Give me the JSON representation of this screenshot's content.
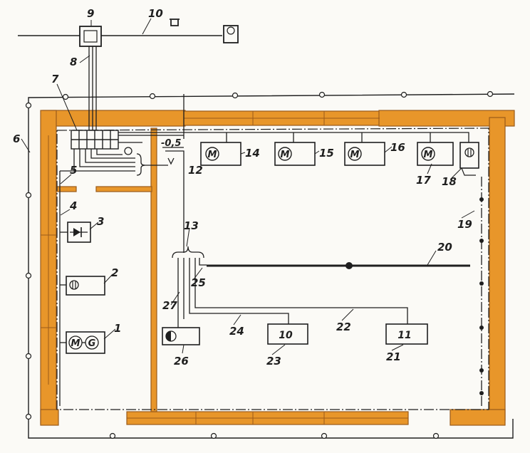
{
  "labels": {
    "n1": "1",
    "n2": "2",
    "n3": "3",
    "n4": "4",
    "n5": "5",
    "n6": "6",
    "n7": "7",
    "n8": "8",
    "n9": "9",
    "n10": "10",
    "n12": "12",
    "n13": "13",
    "n14": "14",
    "n15": "15",
    "n16": "16",
    "n17": "17",
    "n18": "18",
    "n19": "19",
    "n20": "20",
    "n21": "21",
    "n22": "22",
    "n23": "23",
    "n24": "24",
    "n25": "25",
    "n26": "26",
    "n27": "27",
    "level": "-0,5"
  },
  "symbols": {
    "motor": "M",
    "generator": "G",
    "box_a": "10",
    "box_b": "11"
  },
  "colors": {
    "wall": "#e8962a",
    "wall_edge": "#9a5a1a",
    "line": "#1f1f1f",
    "background": "#fbfaf6"
  }
}
